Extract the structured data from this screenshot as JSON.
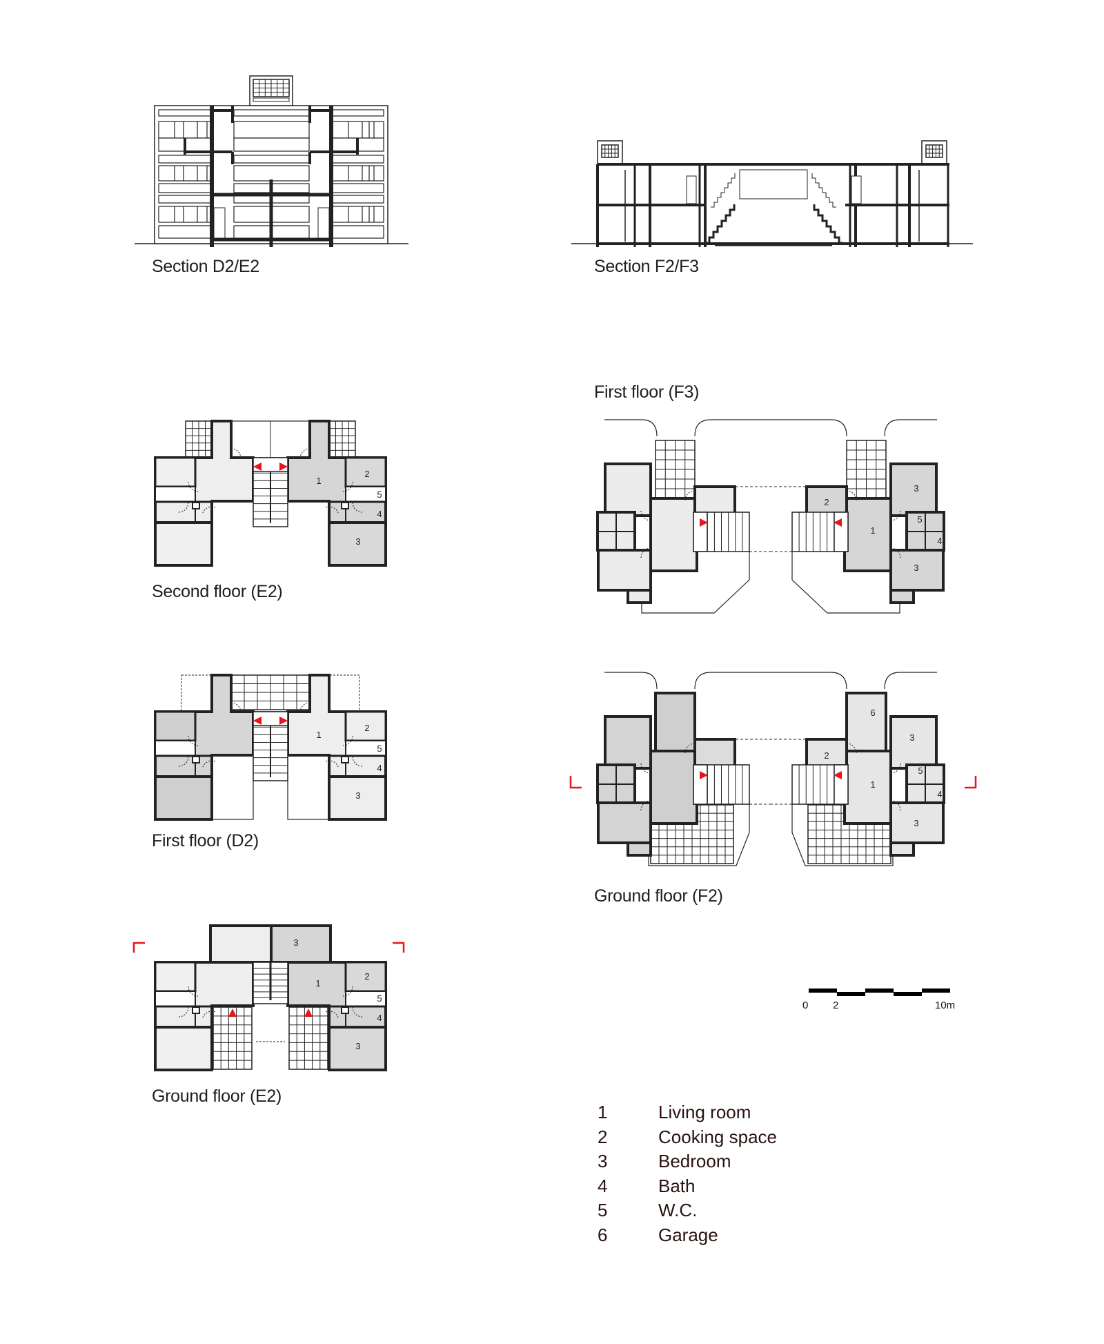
{
  "captions": {
    "section_d2e2": "Section D2/E2",
    "section_f2f3": "Section F2/F3",
    "second_floor_e2": "Second floor (E2)",
    "first_floor_d2": "First floor (D2)",
    "ground_floor_e2": "Ground floor (E2)",
    "first_floor_f3": "First floor (F3)",
    "ground_floor_f2": "Ground floor (F2)"
  },
  "room_labels": {
    "second_floor_e2": [
      "1",
      "2",
      "5",
      "4",
      "3"
    ],
    "first_floor_d2": [
      "1",
      "2",
      "5",
      "4",
      "3"
    ],
    "ground_floor_e2": [
      "3",
      "1",
      "2",
      "5",
      "4",
      "3"
    ],
    "first_floor_f3": [
      "2",
      "3",
      "1",
      "5",
      "4",
      "3"
    ],
    "ground_floor_f2": [
      "6",
      "3",
      "2",
      "1",
      "5",
      "4",
      "3"
    ]
  },
  "scale_bar": {
    "labels": [
      "0",
      "2",
      "10m"
    ],
    "unit": "m",
    "max": 10
  },
  "legend": [
    {
      "num": "1",
      "label": "Living room"
    },
    {
      "num": "2",
      "label": "Cooking space"
    },
    {
      "num": "3",
      "label": "Bedroom"
    },
    {
      "num": "4",
      "label": "Bath"
    },
    {
      "num": "5",
      "label": "W.C."
    },
    {
      "num": "6",
      "label": "Garage"
    }
  ],
  "colors": {
    "wall": "#222222",
    "light_fill": "#eeeeee",
    "mid_fill": "#d6d6d6",
    "marker": "#e8141e"
  }
}
